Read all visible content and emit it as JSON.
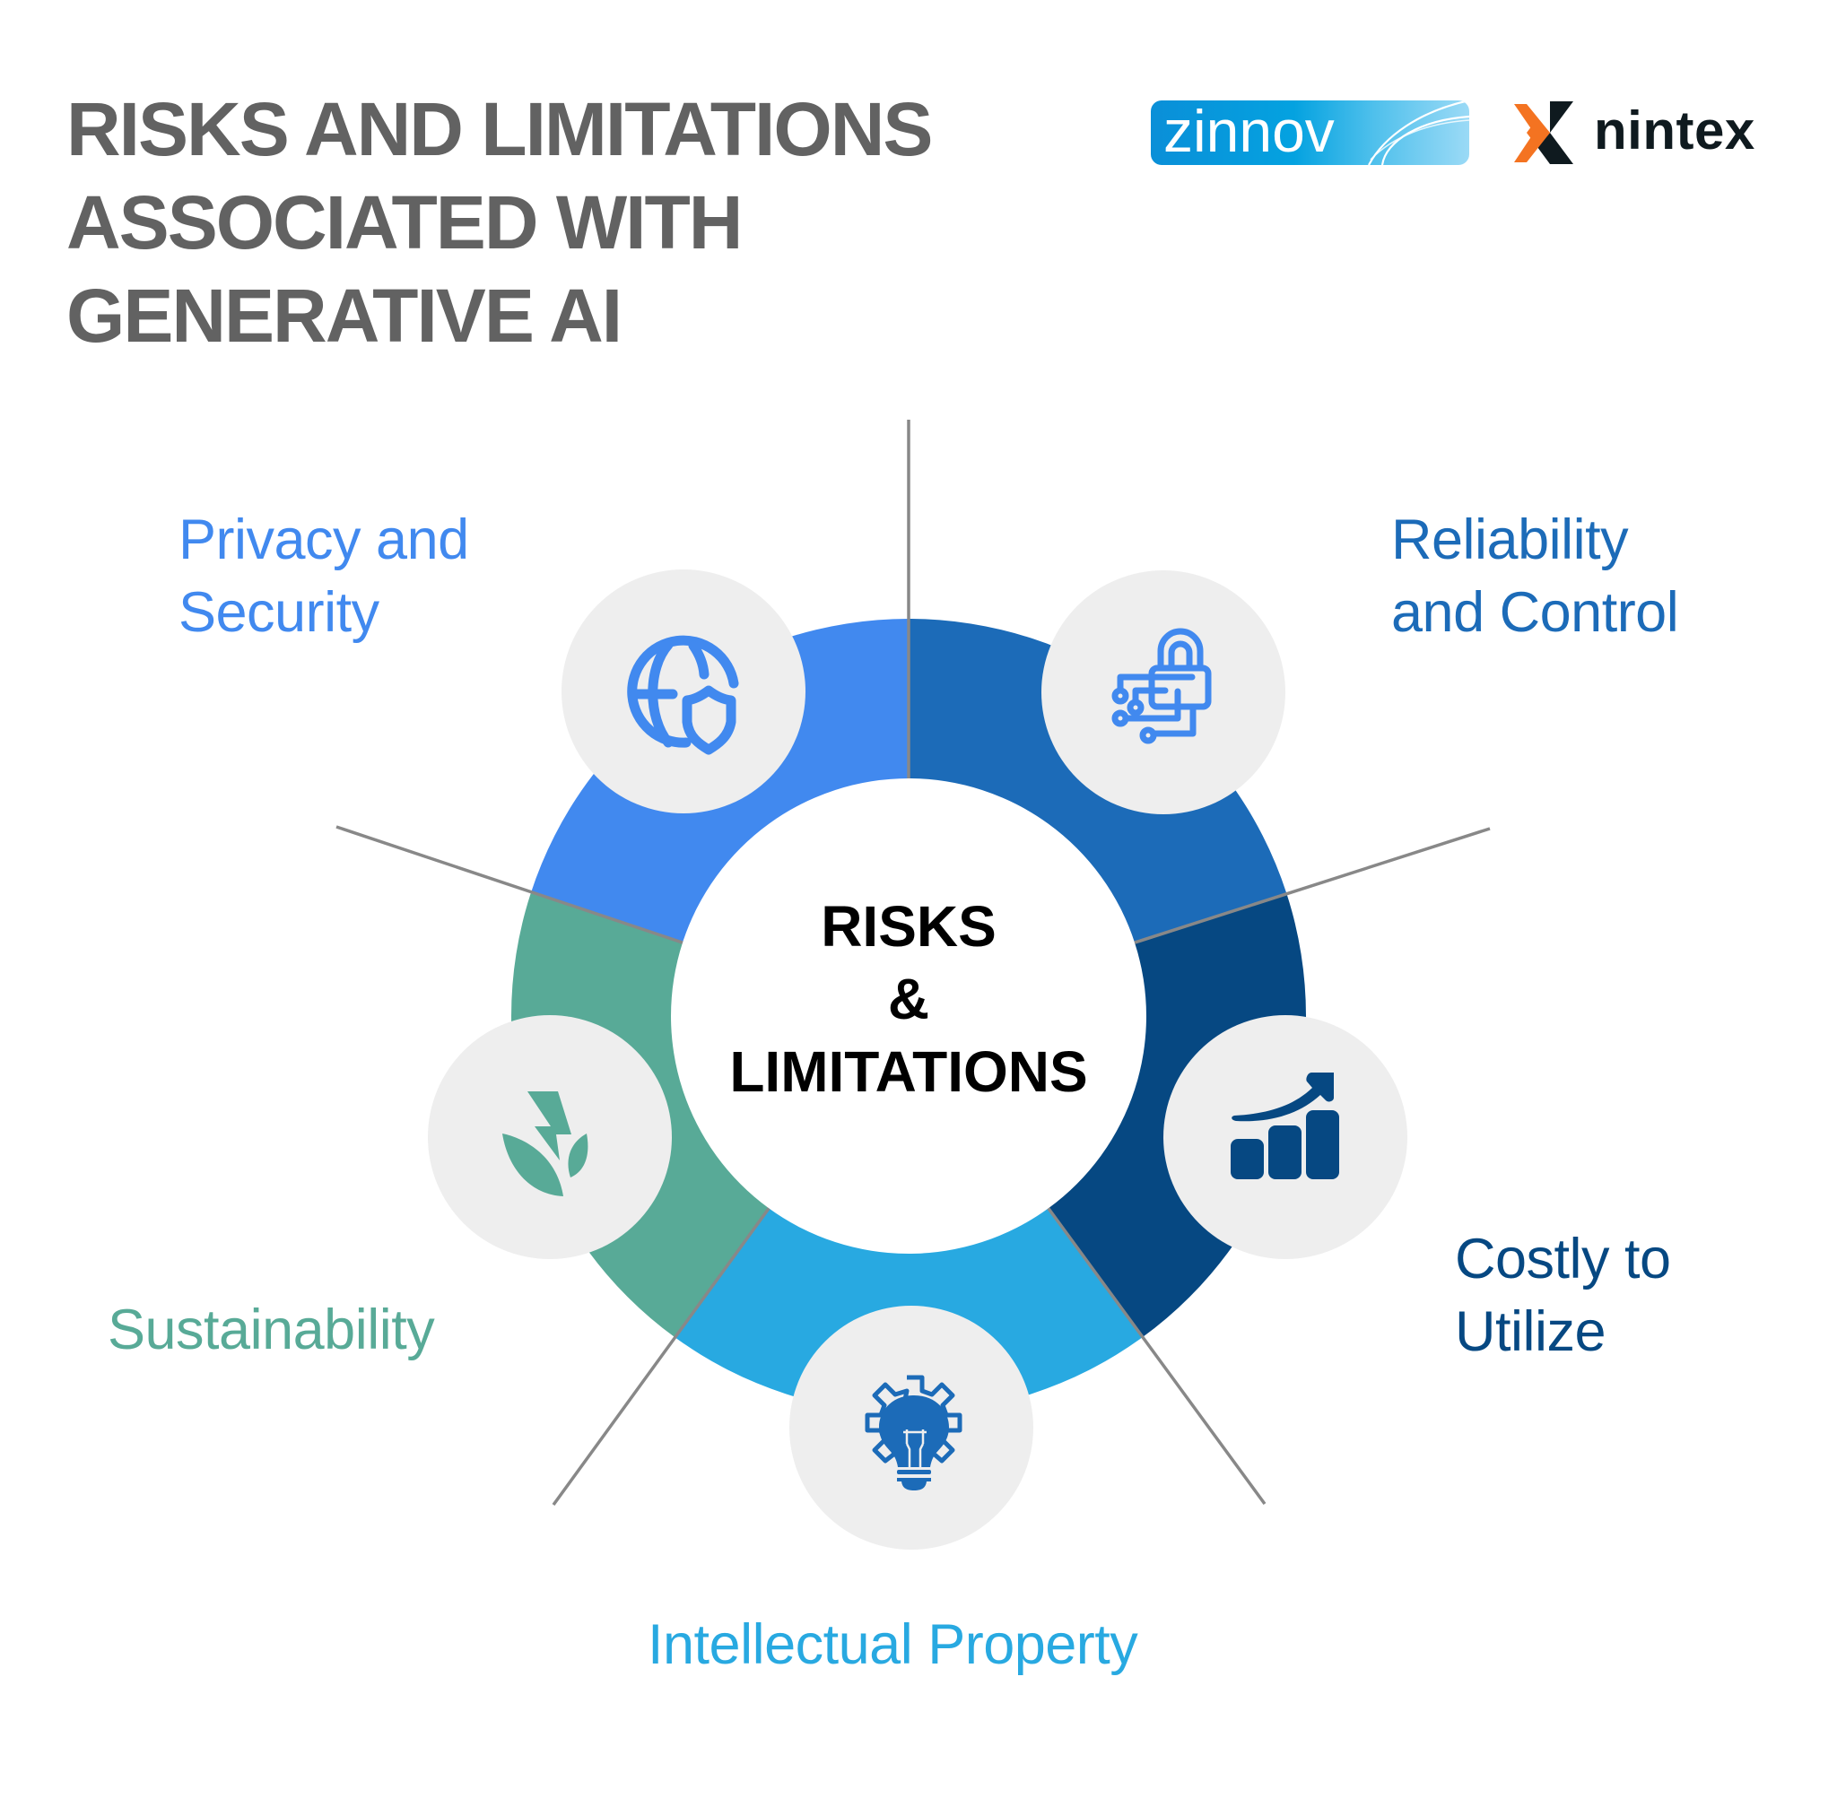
{
  "title": {
    "lines": [
      "RISKS AND LIMITATIONS",
      "ASSOCIATED WITH",
      "GENERATIVE AI"
    ],
    "color": "#626262"
  },
  "logos": {
    "zinnov": {
      "text": "zinnov"
    },
    "nintex": {
      "text": "nintex",
      "mark_colors": [
        "#F47321",
        "#0F1A1F"
      ]
    }
  },
  "center": {
    "lines": [
      "RISKS",
      "&",
      "LIMITATIONS"
    ]
  },
  "segments": [
    {
      "id": "privacy-and-security",
      "lines": [
        "Privacy and",
        "Security"
      ],
      "color": "#4189EF",
      "icon": "globe-shield-icon"
    },
    {
      "id": "reliability-and-control",
      "lines": [
        "Reliability",
        "and Control"
      ],
      "color": "#1C6BB8",
      "icon": "digital-lock-icon"
    },
    {
      "id": "costly-to-utilize",
      "lines": [
        "Costly to",
        "Utilize"
      ],
      "color": "#064882",
      "icon": "growth-chart-icon"
    },
    {
      "id": "intellectual-property",
      "lines": [
        "Intellectual Property"
      ],
      "color": "#28A9E1",
      "icon": "gear-lightbulb-icon"
    },
    {
      "id": "sustainability",
      "lines": [
        "Sustainability"
      ],
      "color": "#58AA97",
      "icon": "leaf-bolt-icon"
    }
  ],
  "styles": {
    "icon_circle_fill": "#EEEEEE",
    "divider_color": "#888888",
    "center_fill": "#FFFFFF"
  }
}
